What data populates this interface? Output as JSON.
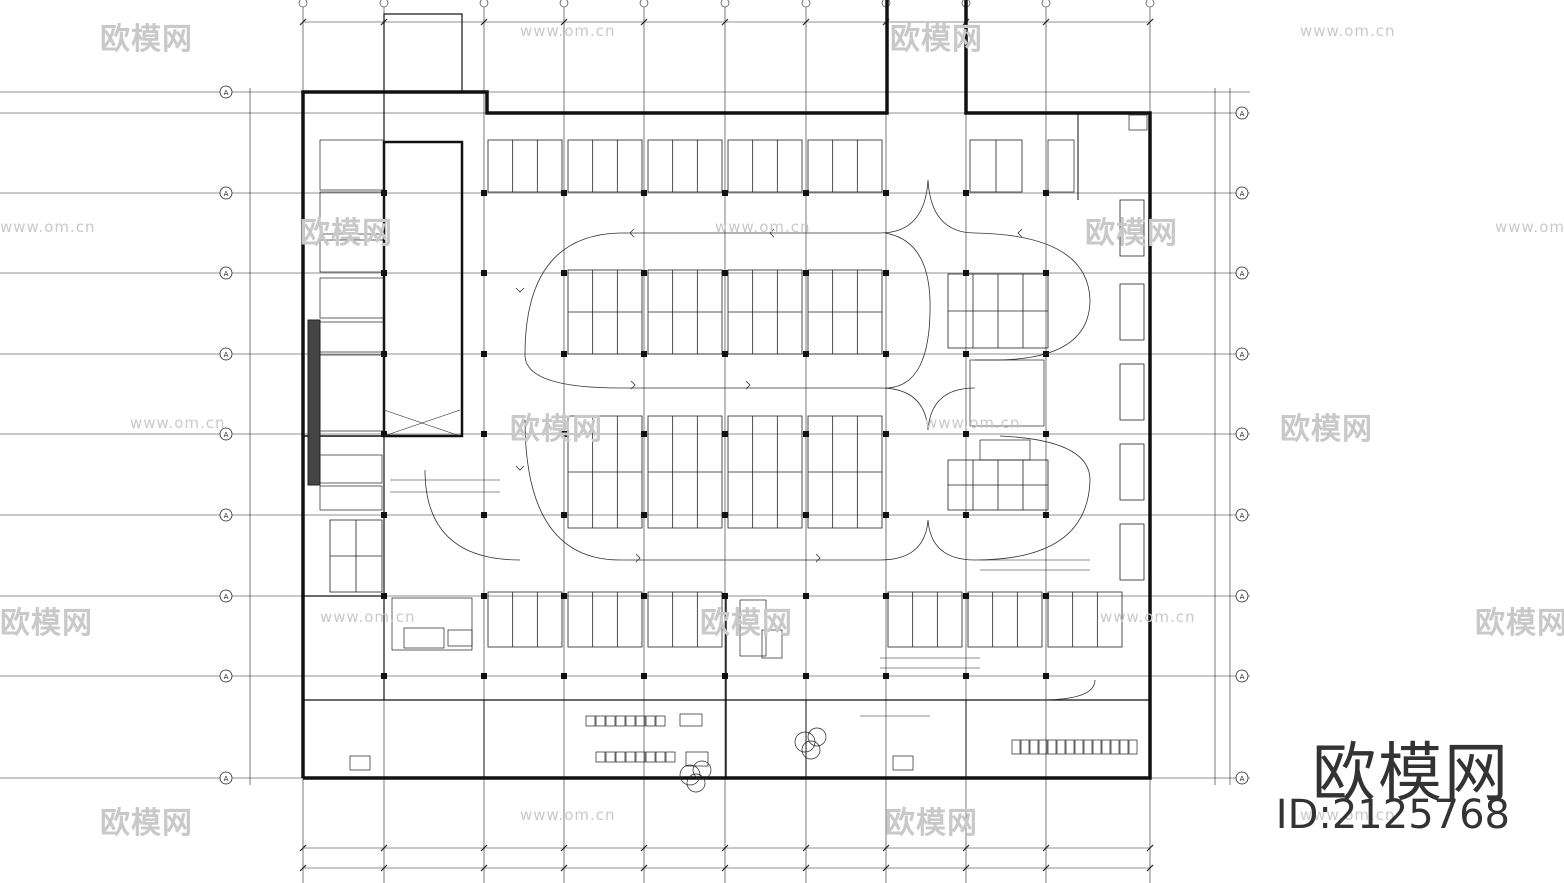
{
  "brand": {
    "name": "欧模网",
    "id_label": "ID:2125768"
  },
  "watermark": {
    "text": "欧模网",
    "url": "www.om.cn"
  },
  "colors": {
    "line": "#111111",
    "watermark": "#c9c9c9",
    "background": "#ffffff"
  },
  "grid": {
    "rows_left_label": "A",
    "rows_right_label": "A"
  }
}
